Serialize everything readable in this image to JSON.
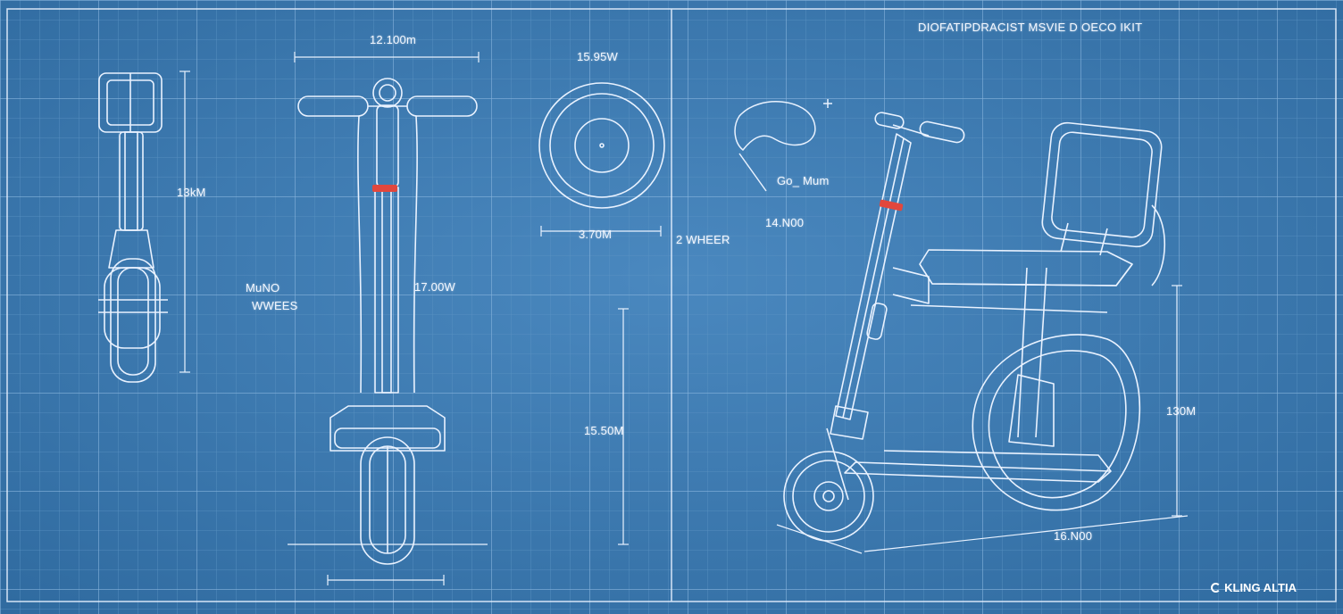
{
  "colors": {
    "background": "#3a77ad",
    "grid_minor": "#5b93c3",
    "grid_major": "#86b3dc",
    "line": "#e9f2ff",
    "accent_red": "#e2473d"
  },
  "title": "DIOFATIPDRACIST MSVIE D OECO IKIT",
  "labels": {
    "dim_top": "12.100m",
    "dim_side_height": "13kM",
    "mono_wheel_line1": "MuNO",
    "mono_wheel_line2": "WWEES",
    "dim_stem": "17.00W",
    "dim_wheel_top": "15.95W",
    "dim_wheel_width": "3.70M",
    "two_wheel": "2 WHEER",
    "dim_lower": "15.50M",
    "callout_seat": "Go_ Mum",
    "dim_seat": "14.N00",
    "dim_tall": "130M",
    "dim_base": "16.N00"
  },
  "watermark": {
    "icon": "kling-logo-icon",
    "text": "KLING ALTIA"
  }
}
